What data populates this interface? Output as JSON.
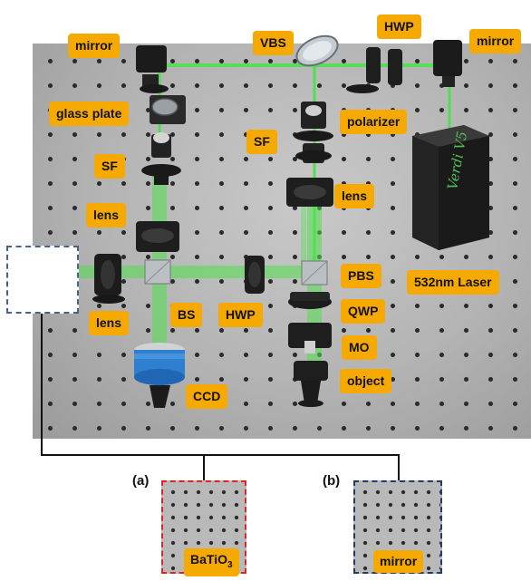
{
  "labels": {
    "mirror_left": "mirror",
    "vbs": "VBS",
    "hwp_top": "HWP",
    "mirror_right": "mirror",
    "glass_plate": "glass plate",
    "polarizer": "polarizer",
    "sf_left": "SF",
    "sf_right": "SF",
    "lens_left_top": "lens",
    "lens_right": "lens",
    "pbs": "PBS",
    "laser": "532nm Laser",
    "lens_left_bottom": "lens",
    "bs": "BS",
    "hwp_bottom": "HWP",
    "qwp": "QWP",
    "mo": "MO",
    "object": "object",
    "ccd": "CCD"
  },
  "laser_body_text": "Verdi V5",
  "panels": {
    "a": {
      "label": "(a)",
      "tag": "BaTiO",
      "tag_sub": "3"
    },
    "b": {
      "label": "(b)",
      "tag": "mirror"
    }
  },
  "colors": {
    "tag": "#f6a900",
    "beam": "#4fe04f",
    "panel_a_border": "#e02424",
    "panel_b_border": "#1f3a6b",
    "dash_box_border": "#44628f",
    "ccd": "#2f7fd0"
  }
}
